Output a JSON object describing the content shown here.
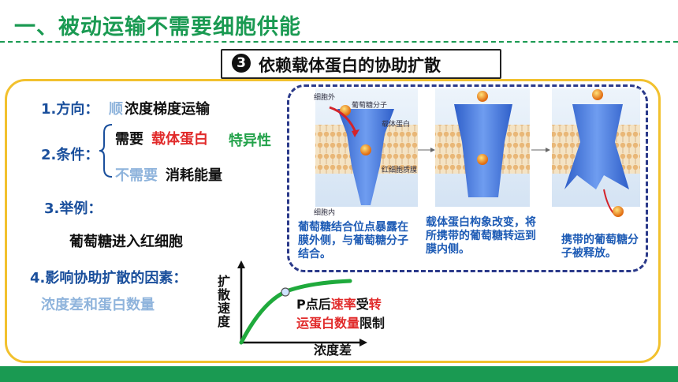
{
  "slide": {
    "title": "一、被动运输不需要细胞供能",
    "subtitle_number": "3",
    "subtitle": "依赖载体蛋白的协助扩散"
  },
  "points": {
    "direction_label": "1.方向：",
    "direction_prefix": "顺",
    "direction_text": "浓度梯度运输",
    "conditions_label": "2.条件：",
    "cond1_prefix": "需要",
    "cond1_highlight": "载体蛋白",
    "cond1_note": "特异性",
    "cond2_prefix": "不需要",
    "cond2_text": "消耗能量",
    "example_label": "3.举例：",
    "example_text": "葡萄糖进入红细胞",
    "factors_label": "4.影响协助扩散的因素：",
    "factors_text": "浓度差和蛋白数量"
  },
  "diagram": {
    "label_outside": "细胞外",
    "label_glucose": "葡萄糖分子",
    "label_carrier": "载体蛋白",
    "label_membrane": "红细胞质膜",
    "label_inside": "细胞内",
    "caption1": "葡萄糖结合位点暴露在膜外侧，与葡萄糖分子结合。",
    "caption2": "载体蛋白构象改变，将所携带的葡萄糖转运到膜内侧。",
    "caption3": "携带的葡萄糖分子被释放。"
  },
  "graph": {
    "y_label": "扩散速度",
    "x_label": "浓度差",
    "point_label": "P",
    "note_1": "点后",
    "note_2": "速率",
    "note_3": "受",
    "note_4": "转",
    "note_5": "运蛋白数量",
    "note_6": "限制",
    "colors": {
      "curve": "#1faa3c",
      "axis": "#111111",
      "point": "#cfe3ff"
    }
  }
}
